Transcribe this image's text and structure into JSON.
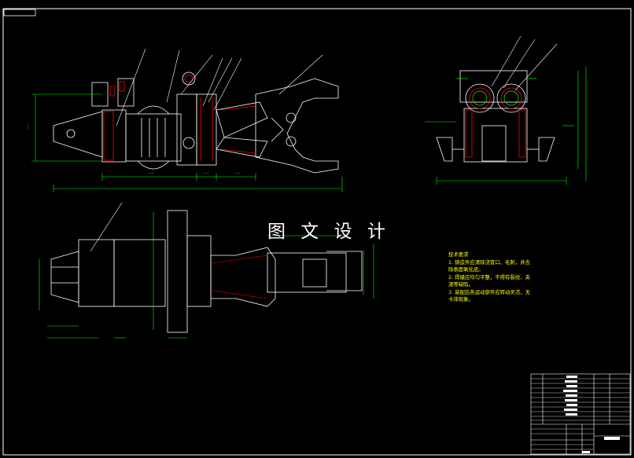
{
  "watermark": "图 文 设 计",
  "notes": {
    "title": "技术要求",
    "items": [
      "1. 铸造件应清除浇冒口、毛刺，并去除表面氧化皮。",
      "2. 焊缝应均匀平整，不得有裂纹、夹渣等缺陷。",
      "3. 装配后各运动部件应转动灵活，无卡滞现象。"
    ]
  },
  "colors": {
    "background": "#000000",
    "outline": "#ffffff",
    "dimension": "#00ff00",
    "part": "#ffffff",
    "section": "#ff0000",
    "hidden": "#ff00ff",
    "notes": "#ffff00",
    "leader": "#ffffff"
  }
}
